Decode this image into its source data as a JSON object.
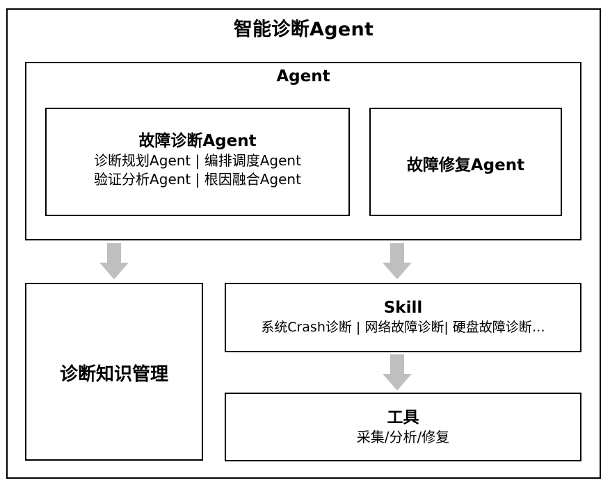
{
  "diagram": {
    "title": "智能诊断Agent",
    "agent_group": {
      "title": "Agent",
      "diagnosis_agent": {
        "title": "故障诊断Agent",
        "line1": "诊断规划Agent | 编排调度Agent",
        "line2": "验证分析Agent | 根因融合Agent"
      },
      "repair_agent": {
        "title": "故障修复Agent"
      }
    },
    "knowledge": {
      "title": "诊断知识管理"
    },
    "skill": {
      "title": "Skill",
      "items": "系统Crash诊断 | 网络故障诊断| 硬盘故障诊断…"
    },
    "tools": {
      "title": "工具",
      "items": "采集/分析/修复"
    }
  },
  "colors": {
    "border": "#000000",
    "arrow": "#bfbfbf",
    "background": "#ffffff"
  }
}
